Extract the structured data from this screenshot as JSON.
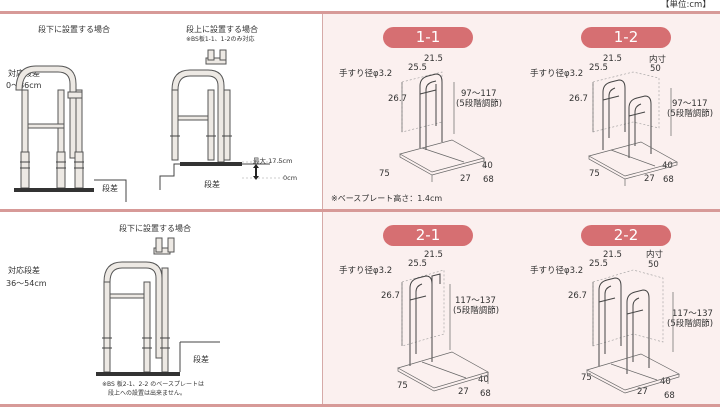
{
  "unit": "【単位:cm】",
  "top_left": {
    "below_title": "段下に設置する場合",
    "above_title": "段上に設置する場合",
    "above_note": "※BS板1-1、1-2のみ対応",
    "range_label": "対応段差",
    "range_value": "0〜36cm",
    "step_label_1": "段差",
    "step_label_2": "段差",
    "max_label": "最大 17.5cm",
    "zero_label": "0cm"
  },
  "bottom_left": {
    "title": "段下に設置する場合",
    "range_label": "対応段差",
    "range_value": "36〜54cm",
    "step_label": "段差",
    "note_line1": "※BS 板2-1、2-2 のベースプレートは",
    "note_line2": "段上への設置は出来ません。"
  },
  "base_plate_note": "※ベースプレート高さ：1.4cm",
  "models": [
    {
      "id": "1-1",
      "grip": "手すり径φ3.2",
      "d1": "21.5",
      "d2": "25.5",
      "d3": "26.7",
      "height": "97〜117",
      "adjust": "(5段階調節)",
      "w": "75",
      "d": "27",
      "e": "40",
      "f": "68",
      "inner": "",
      "inner_val": ""
    },
    {
      "id": "1-2",
      "grip": "手すり径φ3.2",
      "d1": "21.5",
      "d2": "25.5",
      "d3": "26.7",
      "height": "97〜117",
      "adjust": "(5段階調節)",
      "w": "75",
      "d": "27",
      "e": "40",
      "f": "68",
      "inner": "内寸",
      "inner_val": "50"
    },
    {
      "id": "2-1",
      "grip": "手すり径φ3.2",
      "d1": "21.5",
      "d2": "25.5",
      "d3": "26.7",
      "height": "117〜137",
      "adjust": "(5段階調節)",
      "w": "75",
      "d": "27",
      "e": "40",
      "f": "68",
      "inner": "",
      "inner_val": ""
    },
    {
      "id": "2-2",
      "grip": "手すり径φ3.2",
      "d1": "21.5",
      "d2": "25.5",
      "d3": "26.7",
      "height": "117〜137",
      "adjust": "(5段階調節)",
      "w": "75",
      "d": "27",
      "e": "40",
      "f": "68",
      "inner": "内寸",
      "inner_val": "50"
    }
  ]
}
